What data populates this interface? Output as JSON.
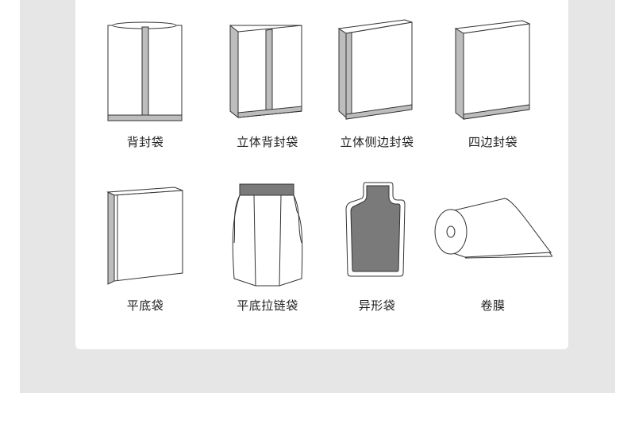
{
  "items": [
    {
      "label": "背封袋",
      "icon": "back-seal-bag-icon"
    },
    {
      "label": "立体背封袋",
      "icon": "gusset-back-seal-bag-icon"
    },
    {
      "label": "立体侧边封袋",
      "icon": "gusset-side-seal-bag-icon"
    },
    {
      "label": "四边封袋",
      "icon": "four-side-seal-bag-icon"
    },
    {
      "label": "平底袋",
      "icon": "flat-bottom-bag-icon"
    },
    {
      "label": "平底拉链袋",
      "icon": "flat-bottom-zipper-bag-icon"
    },
    {
      "label": "异形袋",
      "icon": "shaped-bag-icon"
    },
    {
      "label": "卷膜",
      "icon": "film-roll-icon"
    }
  ],
  "colors": {
    "outer_background": "#e6e6e6",
    "card_background": "#ffffff",
    "seal_gray": "#bdbdbd",
    "dark_fill": "#7a7a7a"
  }
}
